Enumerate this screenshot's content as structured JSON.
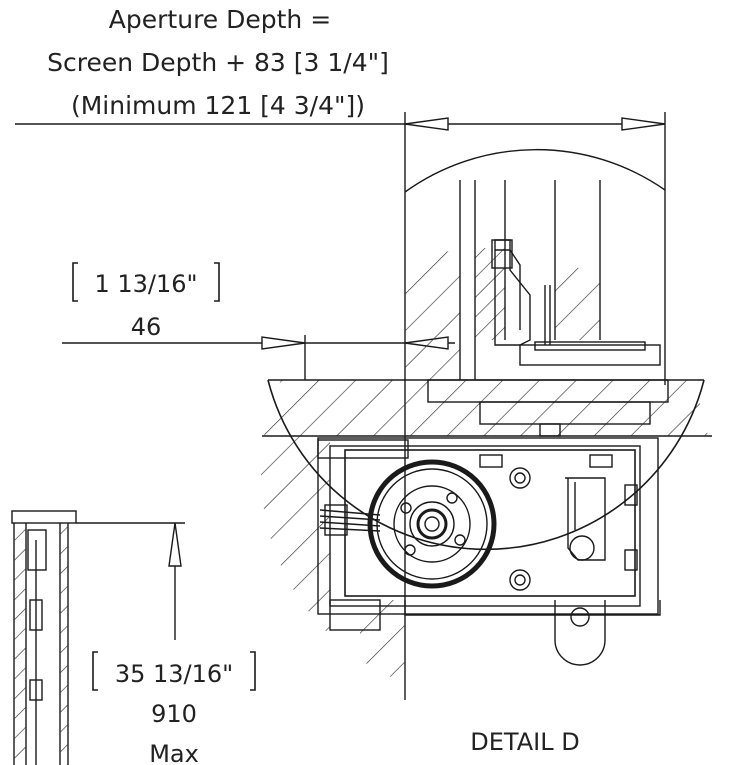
{
  "aperture": {
    "line1": "Aperture Depth =",
    "line2": "Screen Depth + 83 [3 1/4\"]",
    "line3": "(Minimum 121 [4 3/4\"])"
  },
  "gap": {
    "imperial": "1 13/16\"",
    "metric": "46"
  },
  "drop": {
    "imperial": "35 13/16\"",
    "metric": "910",
    "note": "Max"
  },
  "detail": {
    "label": "DETAIL D"
  },
  "colors": {
    "line": "#1a1a1a",
    "hatch": "#333333",
    "text": "#222222"
  }
}
